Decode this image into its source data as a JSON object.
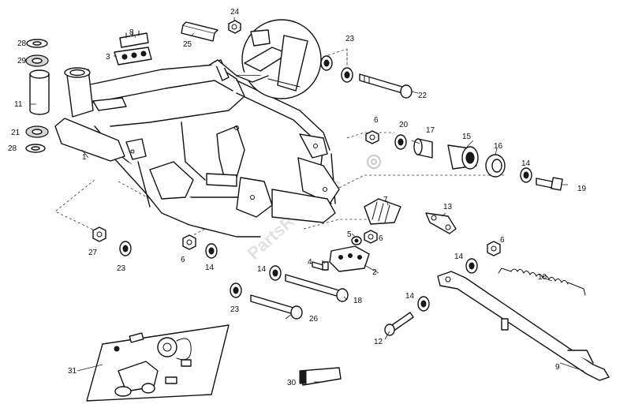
{
  "diagram": {
    "callouts": [
      "1",
      "2",
      "3",
      "4",
      "5",
      "6",
      "6",
      "6",
      "6",
      "7",
      "8",
      "9",
      "10",
      "11",
      "12",
      "13",
      "14",
      "14",
      "14",
      "14",
      "14",
      "15",
      "16",
      "17",
      "18",
      "19",
      "20",
      "21",
      "22",
      "23",
      "23",
      "23",
      "23",
      "24",
      "25",
      "26",
      "27",
      "28",
      "28",
      "29",
      "30",
      "31"
    ]
  },
  "watermark": {
    "text": "PartsRepublik"
  }
}
